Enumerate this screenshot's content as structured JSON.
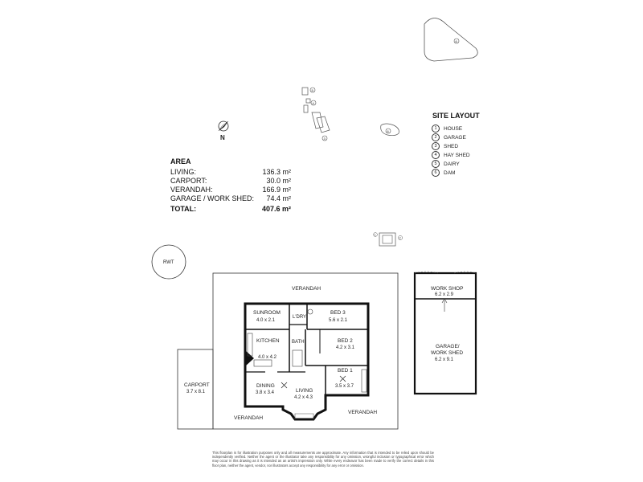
{
  "north_label": "N",
  "area": {
    "title": "AREA",
    "rows": [
      {
        "label": "LIVING:",
        "value": "136.3 m²"
      },
      {
        "label": "CARPORT:",
        "value": "30.0 m²"
      },
      {
        "label": "VERANDAH:",
        "value": "166.9 m²"
      },
      {
        "label": "GARAGE / WORK SHED:",
        "value": "74.4 m²"
      }
    ],
    "total": {
      "label": "TOTAL:",
      "value": "407.6 m²"
    }
  },
  "site_layout": {
    "title": "SITE LAYOUT",
    "items": [
      {
        "num": "1",
        "label": "HOUSE"
      },
      {
        "num": "2",
        "label": "GARAGE"
      },
      {
        "num": "3",
        "label": "SHED"
      },
      {
        "num": "4",
        "label": "HAY SHED"
      },
      {
        "num": "5",
        "label": "DAIRY"
      },
      {
        "num": "6",
        "label": "DAM"
      }
    ]
  },
  "site_markers": {
    "dam": "6",
    "dairy": "5",
    "hay_shed": "4",
    "shed": "3",
    "dam2": "6",
    "house": "1",
    "garage": "2"
  },
  "rwt": "RWT",
  "rooms": {
    "verandah_top": "VERANDAH",
    "sunroom": {
      "name": "SUNROOM",
      "dim": "4.0 x 2.1"
    },
    "ldry": "L'DRY",
    "bed3": {
      "name": "BED 3",
      "dim": "5.6 x 2.1"
    },
    "kitchen": {
      "name": "KITCHEN",
      "dim": "4.0 x 4.2"
    },
    "bath": "BATH",
    "bed2": {
      "name": "BED 2",
      "dim": "4.2 x 3.1"
    },
    "bed1": {
      "name": "BED 1",
      "dim": "3.5 x 3.7"
    },
    "dining": {
      "name": "DINING",
      "dim": "3.8 x 3.4"
    },
    "living": {
      "name": "LIVING",
      "dim": "4.2 x 4.3"
    },
    "verandah_left": "VERANDAH",
    "verandah_right": "VERANDAH",
    "carport": {
      "name": "CARPORT",
      "dim": "3.7 x 8.1"
    },
    "workshop": {
      "name": "WORK SHOP",
      "dim": "6.2 x 2.9"
    },
    "garage": {
      "name": "GARAGE/",
      "name2": "WORK SHED",
      "dim": "6.2 x 9.1"
    }
  },
  "disclaimer": "This floorplan is for illustration purposes only and all measurements are approximate. Any information that is intended to be relied upon should be independently verified. Neither the agent or the illustrator take any responsibility for any omission, wrongful inclusion or typographical error which may occur in this drawing as it is intended as an artist's impression only. While every endeavor has been made to verify the correct details in this floor plan, neither the agent, vendor, nor illustrators accept any responsibility for any error or omission."
}
